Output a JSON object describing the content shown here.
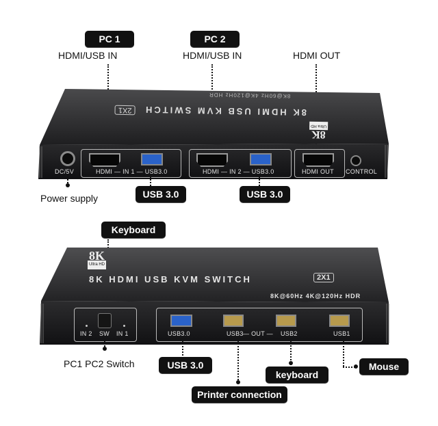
{
  "top": {
    "pc1_badge": "PC 1",
    "pc1_port_label": "HDMI/USB IN",
    "pc2_badge": "PC 2",
    "pc2_port_label": "HDMI/USB IN",
    "hdmi_out_label": "HDMI OUT",
    "power_label": "Power supply",
    "usb30_badge_a": "USB 3.0",
    "usb30_badge_b": "USB 3.0",
    "device": {
      "title": "8K HDMI USB KVM SWITCH",
      "model_badge": "2X1",
      "spec": "8K@60Hz 4K@120Hz HDR",
      "logo_text": "8K",
      "logo_sub": "Ultra HD",
      "port_labels": {
        "dc": "DC/5V",
        "hdmi_in1": "HDMI — IN 1 — USB3.0",
        "hdmi_in2": "HDMI — IN 2 — USB3.0",
        "hdmi_out": "HDMI OUT",
        "control": "CONTROL"
      }
    }
  },
  "bottom": {
    "keyboard_badge": "Keyboard",
    "switch_label": "PC1 PC2 Switch",
    "usb30_badge": "USB 3.0",
    "keyboard_badge_lower": "keyboard",
    "printer_badge": "Printer connection",
    "mouse_badge": "Mouse",
    "device": {
      "title": "8K HDMI USB KVM SWITCH",
      "model_badge": "2X1",
      "spec": "8K@60Hz 4K@120Hz HDR",
      "logo_text": "8K",
      "logo_sub": "Ultra HD",
      "port_labels": {
        "in2": "IN 2",
        "sw": "SW",
        "in1": "IN 1",
        "usb30": "USB3.0",
        "usb3": "USB3",
        "out": "— OUT —",
        "usb2": "USB2",
        "usb1": "USB1"
      }
    }
  }
}
